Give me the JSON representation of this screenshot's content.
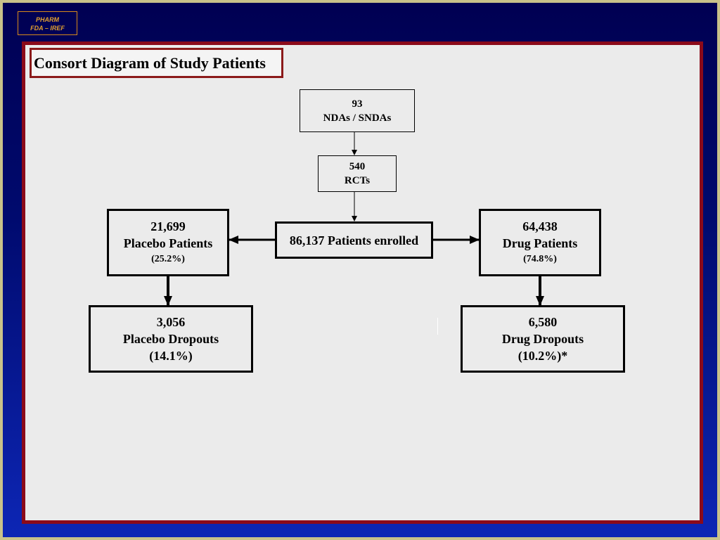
{
  "logo": {
    "line1": "PHARM",
    "line2": "FDA – IREF"
  },
  "title": "Consort Diagram of Study Patients",
  "nodes": {
    "ndas": {
      "count": "93",
      "label": "NDAs / SNDAs"
    },
    "rcts": {
      "count": "540",
      "label": "RCTs"
    },
    "enrolled": {
      "label": "86,137 Patients enrolled"
    },
    "placebo": {
      "count": "21,699",
      "label": "Placebo Patients",
      "pct": "(25.2%)"
    },
    "drug": {
      "count": "64,438",
      "label": "Drug Patients",
      "pct": "(74.8%)"
    },
    "placebo_dropouts": {
      "count": "3,056",
      "label": "Placebo Dropouts",
      "pct": "(14.1%)"
    },
    "drug_dropouts": {
      "count": "6,580",
      "label": "Drug Dropouts",
      "pct": "(10.2%)*"
    }
  },
  "colors": {
    "panel": "#ebebeb",
    "panel_border": "#8b0a1a",
    "background": "#000a6e",
    "logo": "#e0a030"
  }
}
